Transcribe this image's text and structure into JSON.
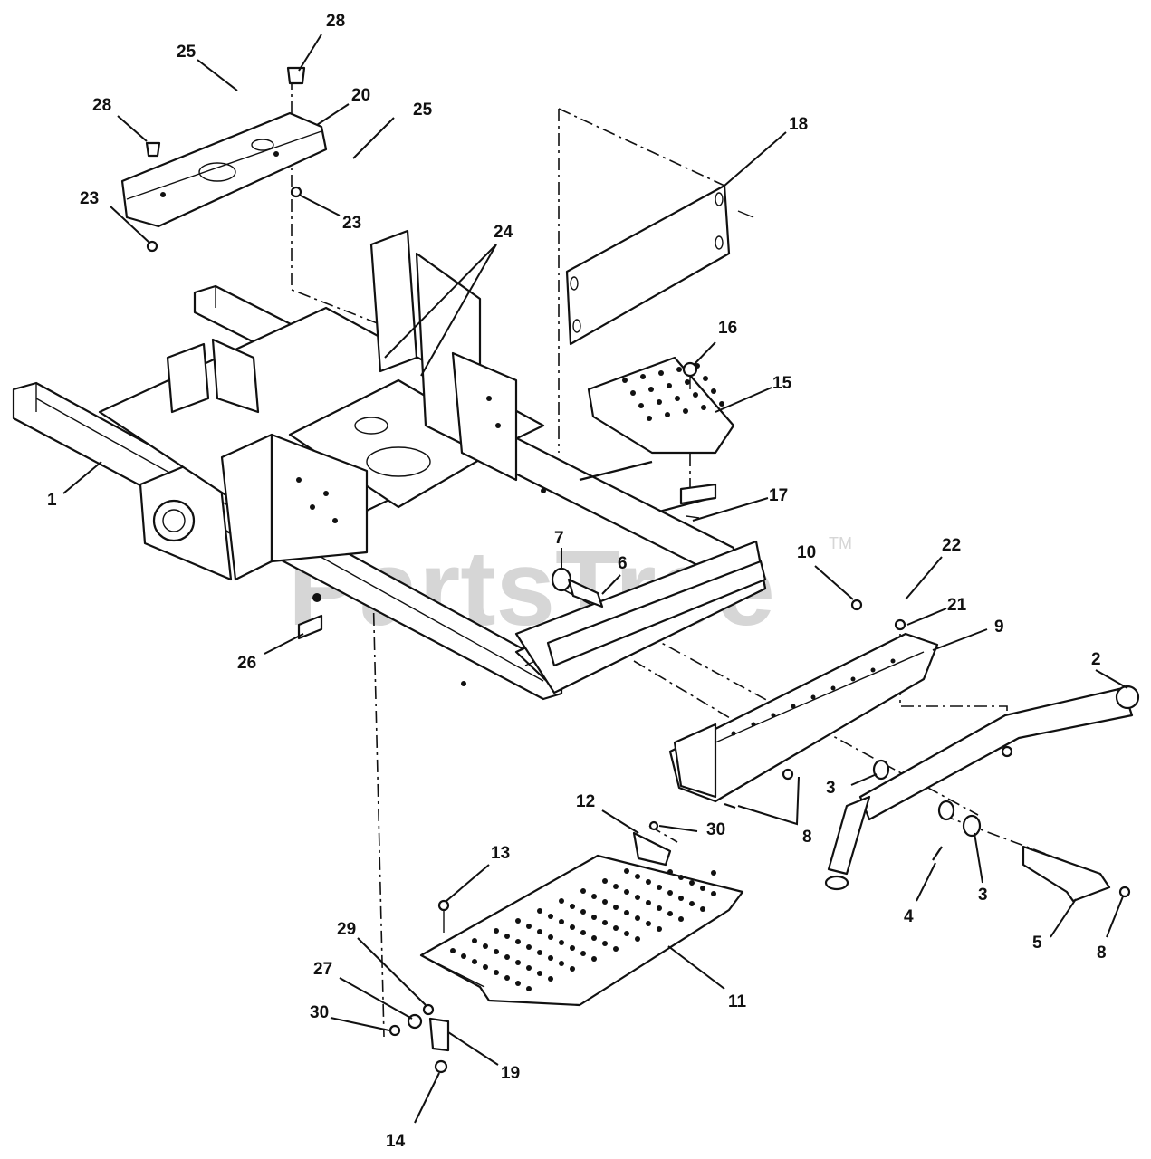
{
  "watermark": {
    "text": "PartsTree",
    "trademark": "TM"
  },
  "callouts": [
    "28",
    "25",
    "20",
    "25",
    "28",
    "23",
    "23",
    "24",
    "18",
    "16",
    "15",
    "1",
    "17",
    "7",
    "6",
    "10",
    "22",
    "21",
    "9",
    "2",
    "26",
    "3",
    "8",
    "3",
    "12",
    "30",
    "13",
    "4",
    "5",
    "8",
    "29",
    "27",
    "30",
    "19",
    "11",
    "14"
  ]
}
